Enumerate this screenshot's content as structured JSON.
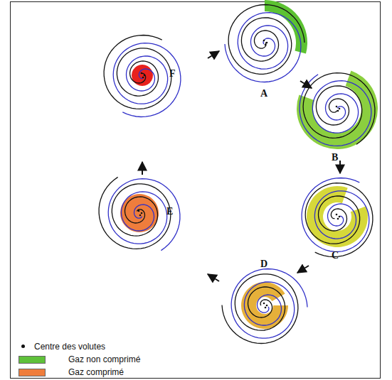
{
  "diagram": {
    "labels": [
      "A",
      "B",
      "C",
      "D",
      "E",
      "F"
    ],
    "legend": [
      {
        "text": "Centre des volutes"
      },
      {
        "text": "Gaz non comprimé",
        "color": "#5fc13a"
      },
      {
        "text": "Gaz comprimé",
        "color": "#ef7d3c"
      }
    ]
  }
}
